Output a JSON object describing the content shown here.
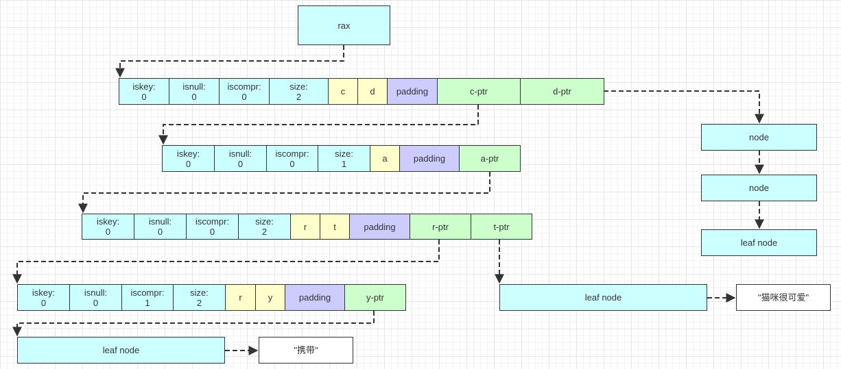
{
  "root": {
    "label": "rax"
  },
  "rows": [
    {
      "cells": [
        {
          "text": "iskey:\n0",
          "color": "cyan"
        },
        {
          "text": "isnull:\n0",
          "color": "cyan"
        },
        {
          "text": "iscompr:\n0",
          "color": "cyan"
        },
        {
          "text": "size:\n2",
          "color": "cyan"
        },
        {
          "text": "c",
          "color": "yellow"
        },
        {
          "text": "d",
          "color": "yellow"
        },
        {
          "text": "padding",
          "color": "purple"
        },
        {
          "text": "c-ptr",
          "color": "green"
        },
        {
          "text": "d-ptr",
          "color": "green"
        }
      ]
    },
    {
      "cells": [
        {
          "text": "iskey:\n0",
          "color": "cyan"
        },
        {
          "text": "isnull:\n0",
          "color": "cyan"
        },
        {
          "text": "iscompr:\n0",
          "color": "cyan"
        },
        {
          "text": "size:\n1",
          "color": "cyan"
        },
        {
          "text": "a",
          "color": "yellow"
        },
        {
          "text": "padding",
          "color": "purple"
        },
        {
          "text": "a-ptr",
          "color": "green"
        }
      ]
    },
    {
      "cells": [
        {
          "text": "iskey:\n0",
          "color": "cyan"
        },
        {
          "text": "isnull:\n0",
          "color": "cyan"
        },
        {
          "text": "iscompr:\n0",
          "color": "cyan"
        },
        {
          "text": "size:\n2",
          "color": "cyan"
        },
        {
          "text": "r",
          "color": "yellow"
        },
        {
          "text": "t",
          "color": "yellow"
        },
        {
          "text": "padding",
          "color": "purple"
        },
        {
          "text": "r-ptr",
          "color": "green"
        },
        {
          "text": "t-ptr",
          "color": "green"
        }
      ]
    },
    {
      "cells": [
        {
          "text": "iskey:\n0",
          "color": "cyan"
        },
        {
          "text": "isnull:\n0",
          "color": "cyan"
        },
        {
          "text": "iscompr:\n1",
          "color": "cyan"
        },
        {
          "text": "size:\n2",
          "color": "cyan"
        },
        {
          "text": "r",
          "color": "yellow"
        },
        {
          "text": "y",
          "color": "yellow"
        },
        {
          "text": "padding",
          "color": "purple"
        },
        {
          "text": "y-ptr",
          "color": "green"
        }
      ]
    }
  ],
  "right_chain": {
    "node1": "node",
    "node2": "node",
    "leaf": "leaf node"
  },
  "t_leaf": {
    "label": "leaf node",
    "value": "\"猫咪很可爱\""
  },
  "y_leaf": {
    "label": "leaf node",
    "value": "\"携带\""
  },
  "colors": {
    "cyan": "#ccffff",
    "yellow": "#ffffcc",
    "purple": "#ccccff",
    "green": "#ccffcc",
    "line": "#333333"
  }
}
